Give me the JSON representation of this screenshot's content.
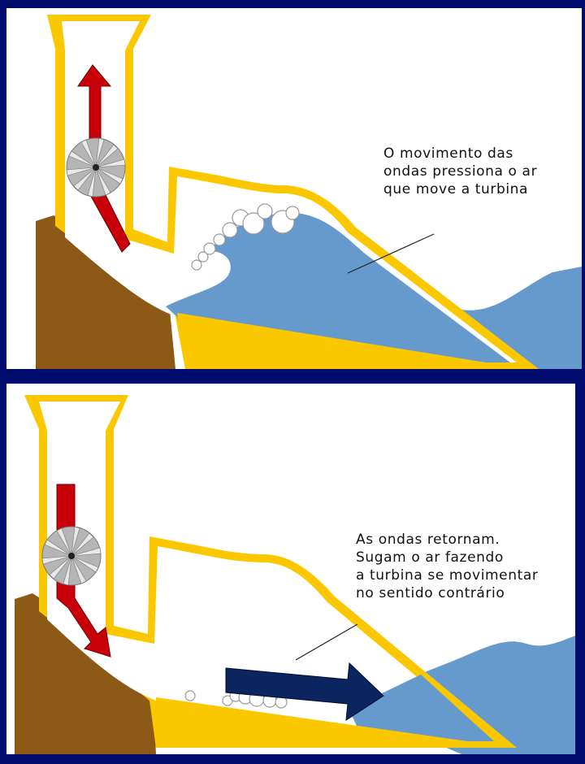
{
  "colors": {
    "background": "#000b6e",
    "cliff": "#8c5a16",
    "structure": "#fbc800",
    "water": "#6699cc",
    "arrow_red": "#c8000a",
    "arrow_navy": "#0b2560",
    "turbine": "#a0a0a0"
  },
  "top_panel": {
    "caption_lines": [
      "O movimento das",
      "ondas pressiona o ar",
      "que move a turbina"
    ],
    "airflow": "up"
  },
  "bottom_panel": {
    "caption_lines": [
      "As ondas retornam.",
      "Sugam o ar fazendo",
      "a turbina se movimentar",
      "no sentido contrário"
    ],
    "airflow": "down",
    "water_flow": "right"
  },
  "icons": {
    "turbine": "turbine-icon",
    "air_arrow": "arrow-icon",
    "water_arrow": "arrow-right-icon"
  }
}
